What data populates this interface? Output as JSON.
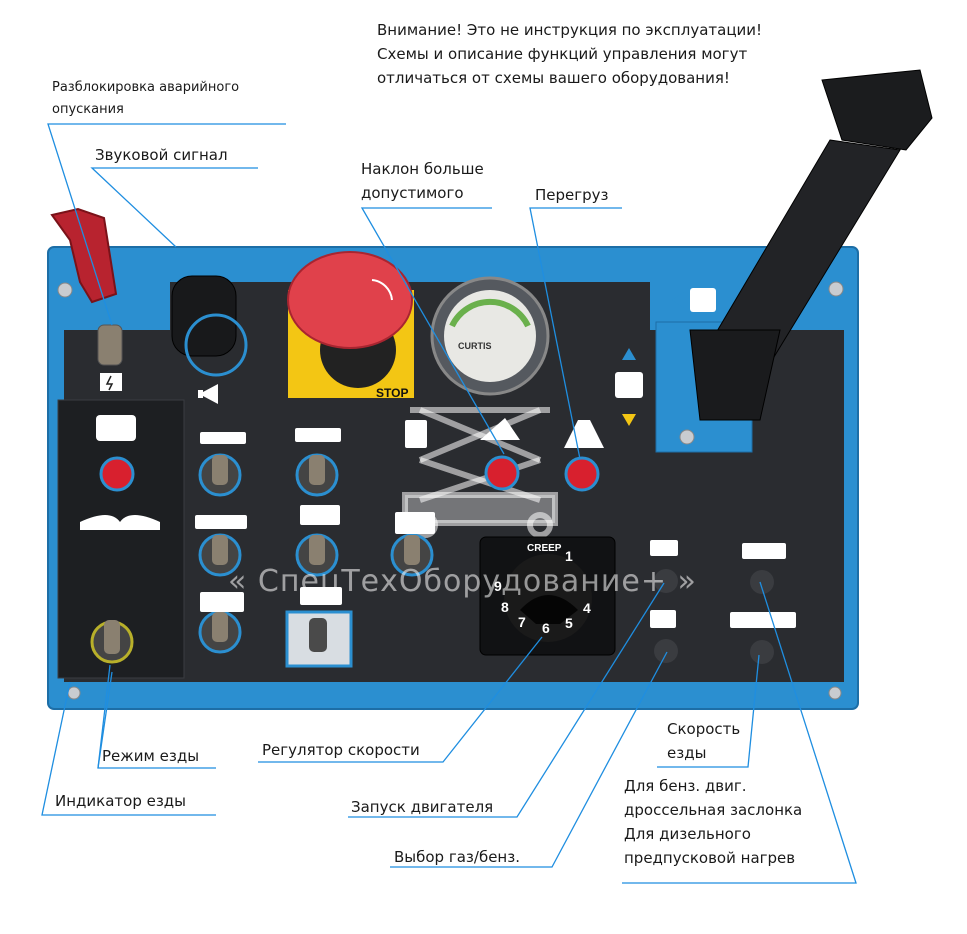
{
  "warning": {
    "line1": "Внимание! Это не инструкция по эксплуатации!",
    "line2": "Схемы и описание функций управления могут",
    "line3": "отличаться от схемы вашего оборудования!"
  },
  "labels": {
    "emergency_unlock_1": "Разблокировка аварийного",
    "emergency_unlock_2": "опускания",
    "horn": "Звуковой сигнал",
    "tilt_1": "Наклон больше",
    "tilt_2": "допустимого",
    "overload": "Перегруз",
    "drive_mode": "Режим езды",
    "drive_indicator": "Индикатор езды",
    "speed_regulator": "Регулятор скорости",
    "engine_start": "Запуск двигателя",
    "gas_select": "Выбор газ/бенз.",
    "drive_speed_1": "Скорость",
    "drive_speed_2": "езды",
    "throttle_1": "Для бенз. двиг.",
    "throttle_2": "дроссельная заслонка",
    "throttle_3": "Для дизельного",
    "throttle_4": "предпусковой нагрев"
  },
  "panel": {
    "stop_label": "STOP",
    "creep_label": "CREEP",
    "gauge_brand": "CURTIS",
    "dial_numbers": [
      "1",
      "4",
      "5",
      "6",
      "7",
      "8",
      "9"
    ],
    "watermark": "« СпецТехОборудование+ »"
  },
  "colors": {
    "panel_blue": "#2b8fd0",
    "panel_dark": "#2a2c30",
    "leader_blue": "#1f8ee0",
    "stop_yellow": "#f3c614",
    "stop_red": "#e0414b",
    "indicator_red": "#d8202e"
  }
}
